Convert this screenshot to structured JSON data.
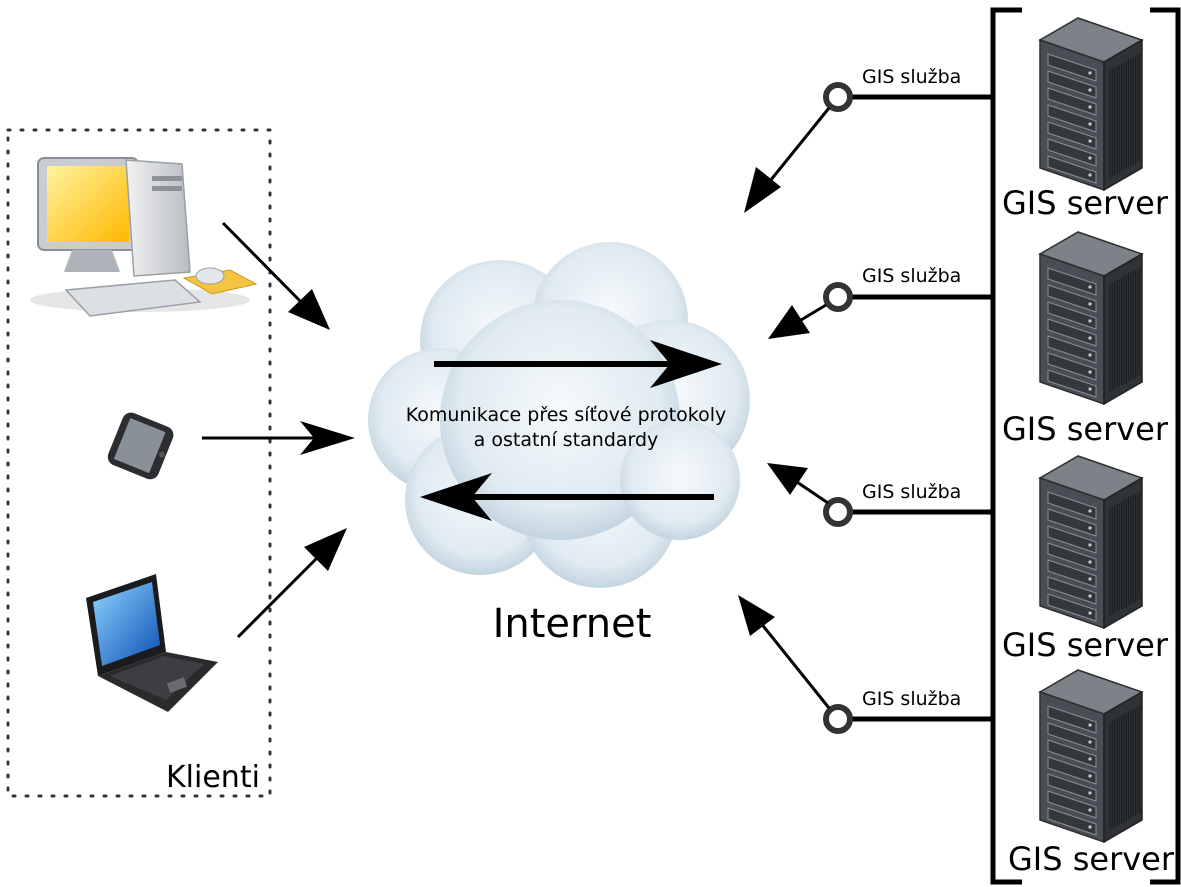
{
  "clients": {
    "label": "Klienti"
  },
  "cloud": {
    "line1": "Komunikace přes síťové protokoly",
    "line2": "a ostatní standardy",
    "label": "Internet"
  },
  "services": [
    {
      "label": "GIS služba"
    },
    {
      "label": "GIS služba"
    },
    {
      "label": "GIS služba"
    },
    {
      "label": "GIS služba"
    }
  ],
  "servers": [
    {
      "label": "GIS server"
    },
    {
      "label": "GIS server"
    },
    {
      "label": "GIS server"
    },
    {
      "label": "GIS server"
    }
  ],
  "colors": {
    "cloud_light": "#f3f8fb",
    "cloud_dark": "#b9ccd8",
    "server_dark": "#3a3d42",
    "server_mid": "#6c7177",
    "screen_yellow": "#ffc400",
    "laptop_blue": "#1f6fd0"
  }
}
